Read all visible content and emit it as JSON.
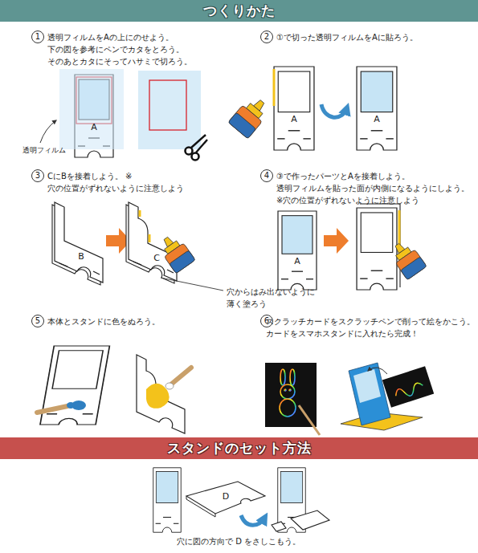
{
  "diagram": {
    "title": "つくりかた",
    "nodes": [
      {
        "text": [
          "1"
        ]
      },
      {
        "text": [
          "2"
        ]
      },
      {
        "text": [
          "3"
        ]
      },
      {
        "text": [
          "4"
        ]
      },
      {
        "text": [
          "5"
        ]
      },
      {
        "text": [
          "6"
        ]
      },
      {
        "text": [
          "スタンドのセット方法"
        ]
      }
    ],
    "labels": [
      "透明フィルムをAの上にのせよう。 下の図を参考にペンでカタをとろう。 そのあとカタにそってハサミで切ろう。",
      "透明フィルム",
      "A",
      "①で切った透明フィルムをAに貼ろう。",
      "A",
      "A",
      "CにBを接着しよう。 ※穴の位置がずれないように注意しよう",
      "B",
      "C",
      "穴からはみ出ないように 薄く塗ろう",
      "③で作ったパーツとAを接着しよう。 透明フィルムを貼った面が内側になるようにしよう。 ※穴の位置がずれないように注意しよう",
      "A",
      "本体とスタンドに色をぬろう。",
      "スクラッチカードをスクラッチペンで削って絵をかこう。 カードをスマホスタンドに入れたら完成！",
      "D",
      "穴に図の方向で D をさしこもう。"
    ]
  }
}
